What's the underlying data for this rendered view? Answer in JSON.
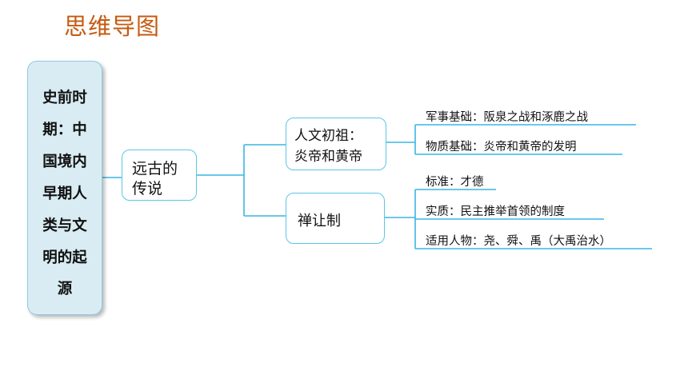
{
  "title": "思维导图",
  "root": {
    "lines": [
      "史前时",
      "期：中",
      "国境内",
      "早期人",
      "类与文",
      "明的起",
      "源"
    ]
  },
  "branch": {
    "lines": [
      "远古的",
      "传说"
    ]
  },
  "sub1": {
    "lines": [
      "人文初祖：",
      "炎帝和黄帝"
    ],
    "leaves": [
      "军事基础：阪泉之战和涿鹿之战",
      "物质基础：炎帝和黄帝的发明"
    ]
  },
  "sub2": {
    "label": "禅让制",
    "leaves": [
      "标准：才德",
      "实质：民主推举首领的制度",
      "适用人物：尧、舜、禹（大禹治水）"
    ]
  },
  "colors": {
    "title": "#c55a11",
    "root_fill": "#d9ecf3",
    "root_border": "#8ccbe0",
    "node_border": "#5cc6e8",
    "connector": "#39b6e3"
  }
}
